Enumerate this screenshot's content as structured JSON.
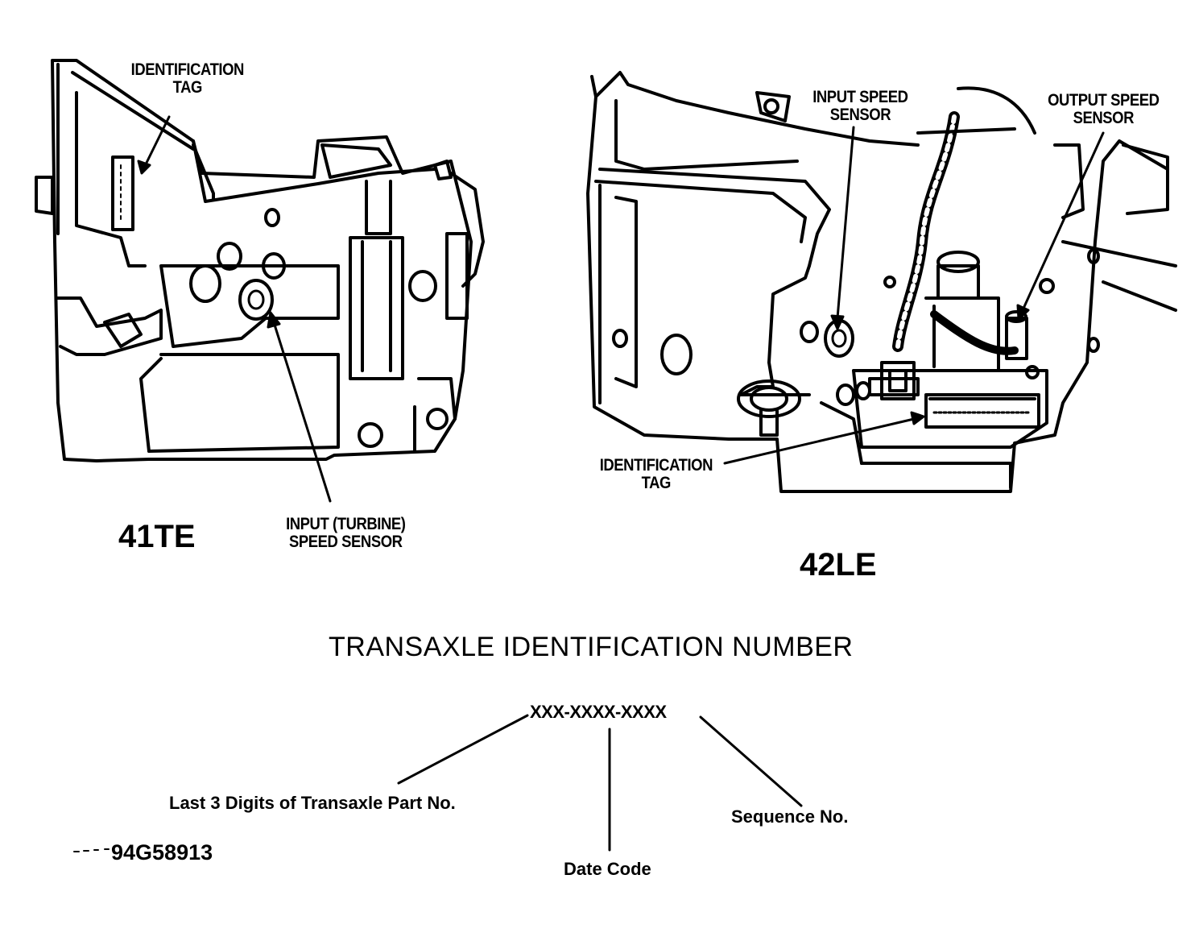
{
  "left_figure": {
    "model": "41TE",
    "id_tag_label_line1": "IDENTIFICATION",
    "id_tag_label_line2": "TAG",
    "sensor_label_line1": "INPUT (TURBINE)",
    "sensor_label_line2": "SPEED SENSOR"
  },
  "right_figure": {
    "model": "42LE",
    "input_sensor_line1": "INPUT SPEED",
    "input_sensor_line2": "SENSOR",
    "output_sensor_line1": "OUTPUT SPEED",
    "output_sensor_line2": "SENSOR",
    "id_tag_label_line1": "IDENTIFICATION",
    "id_tag_label_line2": "TAG"
  },
  "id_number": {
    "title": "TRANSAXLE IDENTIFICATION NUMBER",
    "format": "XXX-XXXX-XXXX",
    "part_label": "Last 3 Digits of Transaxle Part No.",
    "date_label": "Date Code",
    "sequence_label": "Sequence No."
  },
  "figure_number": "94G58913"
}
